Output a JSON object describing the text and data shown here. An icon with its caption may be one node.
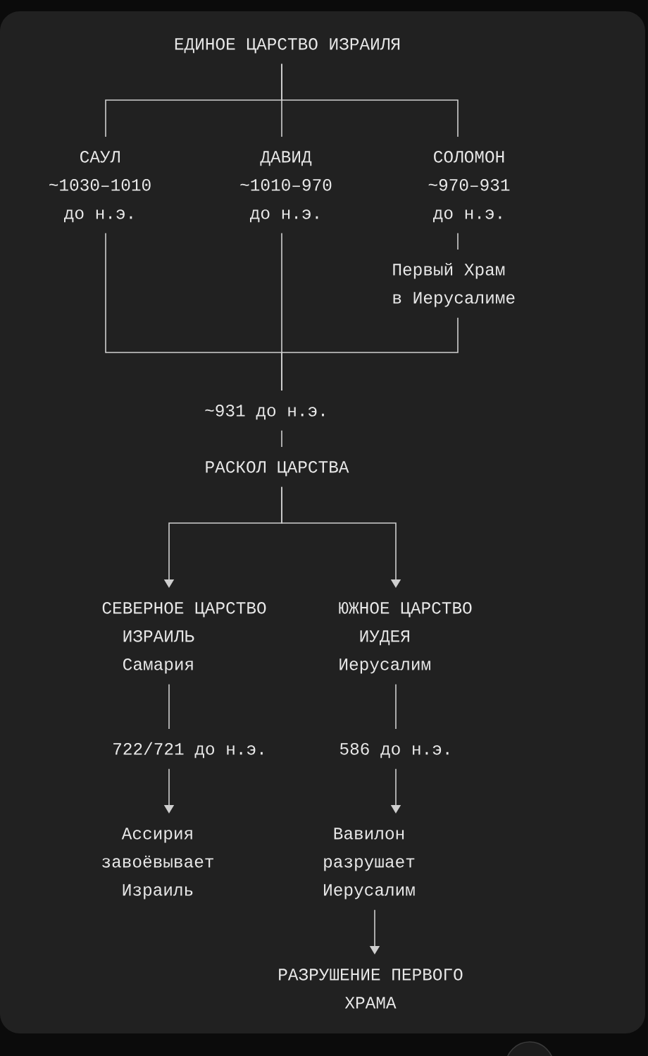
{
  "diagram": {
    "nodes": [
      {
        "text": [
          "ЕДИНОЕ ЦАРСТВО ИЗРАИЛЯ"
        ]
      },
      {
        "text": [
          "САУЛ",
          "~1030–1010 до н.э."
        ]
      },
      {
        "text": [
          "ДАВИД",
          "~1010–970 до н.э."
        ]
      },
      {
        "text": [
          "СОЛОМОН",
          "~970–931 до н.э."
        ]
      },
      {
        "text": [
          "Первый Храм в Иерусалиме"
        ]
      },
      {
        "text": [
          "~931 до н.э."
        ]
      },
      {
        "text": [
          "РАСКОЛ ЦАРСТВА"
        ]
      },
      {
        "text": [
          "СЕВЕРНОЕ ЦАРСТВО ИЗРАИЛЬ",
          "Самария"
        ]
      },
      {
        "text": [
          "ЮЖНОЕ ЦАРСТВО ИУДЕЯ",
          "Иерусалим"
        ]
      },
      {
        "text": [
          "722/721 до н.э."
        ]
      },
      {
        "text": [
          "586 до н.э."
        ]
      },
      {
        "text": [
          "Ассирия завоёвывает Израиль"
        ]
      },
      {
        "text": [
          "Вавилон разрушает Иерусалим"
        ]
      },
      {
        "text": [
          "РАЗРУШЕНИЕ ПЕРВОГО ХРАМА"
        ]
      }
    ],
    "edges": [
      {
        "from": 0,
        "to": 1,
        "arrow": "none"
      },
      {
        "from": 0,
        "to": 2,
        "arrow": "none"
      },
      {
        "from": 0,
        "to": 3,
        "arrow": "none"
      },
      {
        "from": 3,
        "to": 4,
        "arrow": "none"
      },
      {
        "from": 1,
        "to": 5,
        "arrow": "none"
      },
      {
        "from": 2,
        "to": 5,
        "arrow": "none"
      },
      {
        "from": 4,
        "to": 5,
        "arrow": "none"
      },
      {
        "from": 5,
        "to": 6,
        "arrow": "none"
      },
      {
        "from": 6,
        "to": 7,
        "arrow": "to"
      },
      {
        "from": 6,
        "to": 8,
        "arrow": "to"
      },
      {
        "from": 7,
        "to": 9,
        "arrow": "none"
      },
      {
        "from": 8,
        "to": 10,
        "arrow": "none"
      },
      {
        "from": 9,
        "to": 11,
        "arrow": "to"
      },
      {
        "from": 10,
        "to": 12,
        "arrow": "to"
      },
      {
        "from": 12,
        "to": 13,
        "arrow": "to"
      }
    ]
  }
}
